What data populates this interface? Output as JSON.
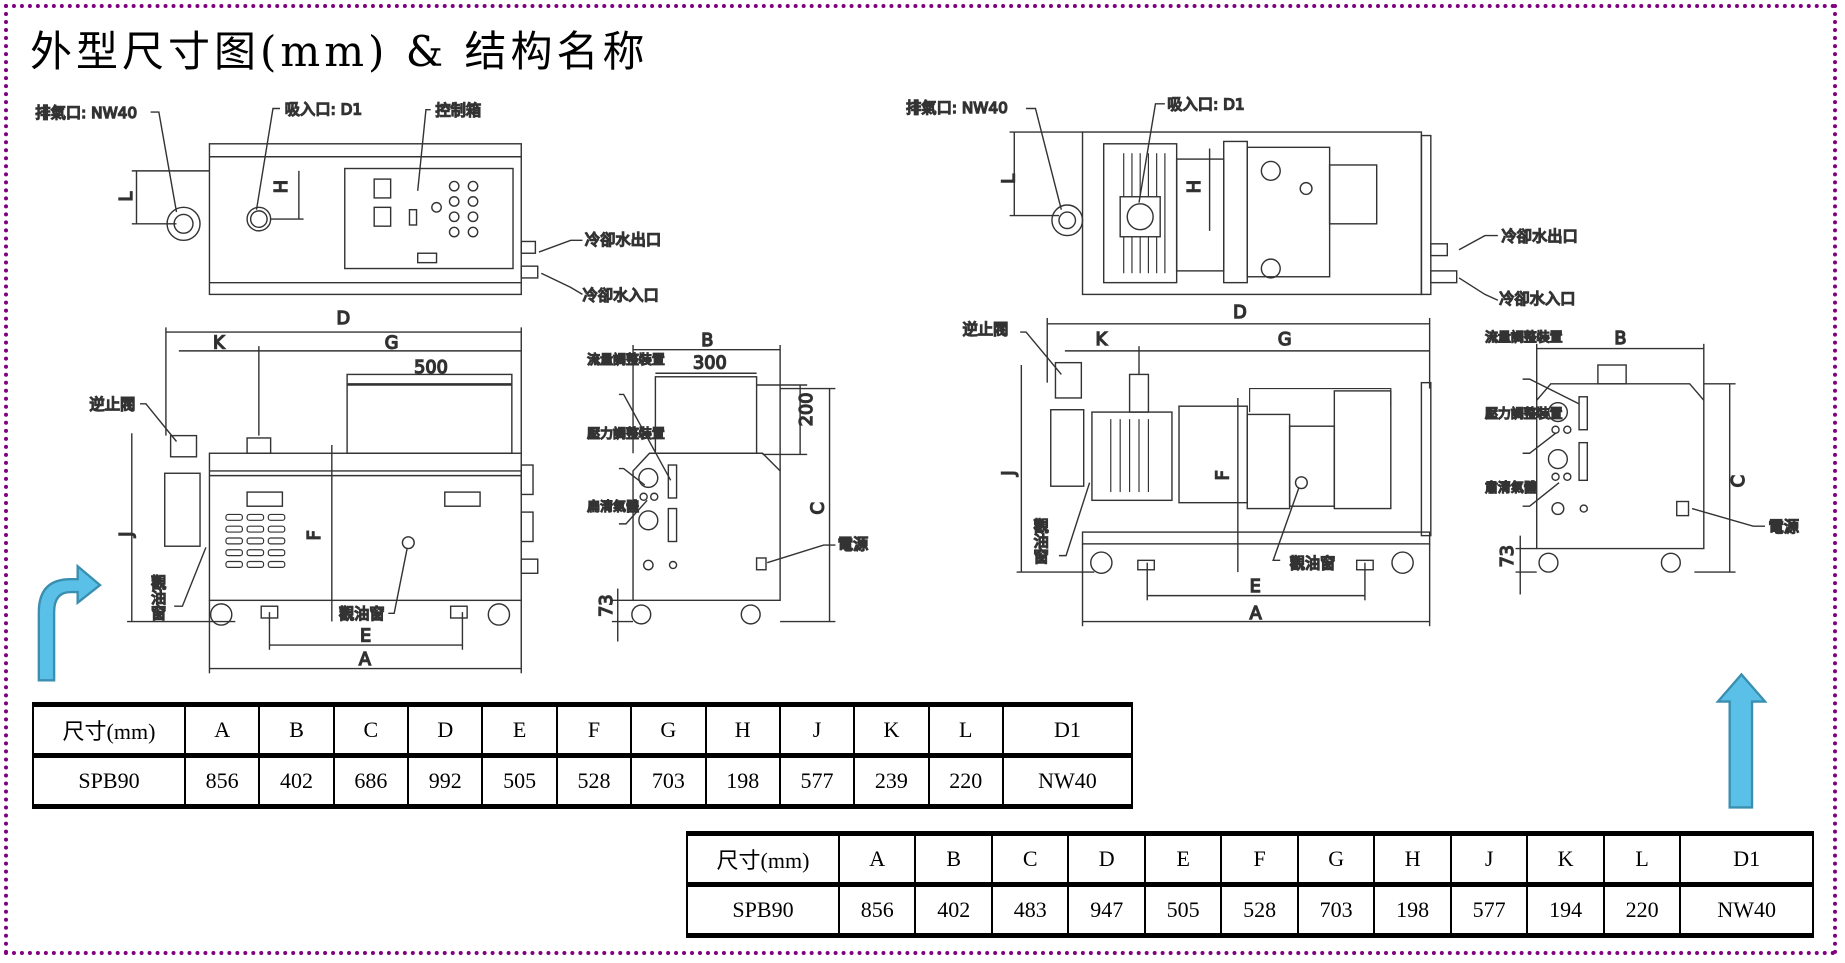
{
  "title": "外型尺寸图(mm) & 结构名称",
  "colors": {
    "border": "#800080",
    "arrow": "#5bc0e8",
    "arrow_outline": "#3a8fb0"
  },
  "left_drawing": {
    "exhaust": "排氣口: NW40",
    "inlet": "吸入口: D1",
    "control_box": "控制箱",
    "cooling_out": "冷卻水出口",
    "cooling_in": "冷卻水入口",
    "check_valve": "逆止閥",
    "oil_window_1": "觀\n油\n窗",
    "oil_window_2": "觀油窗",
    "flow_adjust": "流量調整裝置",
    "pressure_adjust": "壓力調整裝置",
    "purge_gas": "扁清氣體",
    "power": "電源",
    "dims": {
      "D": "D",
      "K": "K",
      "G": "G",
      "d500": "500",
      "B": "B",
      "d300": "300",
      "d200": "200",
      "C": "C",
      "d73": "73",
      "J": "J",
      "F": "F",
      "E": "E",
      "A": "A",
      "L": "L",
      "H": "H"
    }
  },
  "right_drawing": {
    "exhaust": "排氣口: NW40",
    "inlet": "吸入口: D1",
    "cooling_out": "冷卻水出口",
    "cooling_in": "冷卻水入口",
    "check_valve": "逆止閥",
    "oil_window_1": "觀油窗",
    "oil_window_2": "觀油窗",
    "flow_adjust": "流量調整裝置",
    "pressure_adjust": "壓力調整裝置",
    "purge_gas": "肅清氣體",
    "power": "電源",
    "dims": {
      "D": "D",
      "K": "K",
      "G": "G",
      "B": "B",
      "C": "C",
      "d73": "73",
      "J": "J",
      "F": "F",
      "E": "E",
      "A": "A",
      "L": "L",
      "H": "H"
    }
  },
  "table1": {
    "headers": [
      "尺寸(mm)",
      "A",
      "B",
      "C",
      "D",
      "E",
      "F",
      "G",
      "H",
      "J",
      "K",
      "L",
      "D1"
    ],
    "row": [
      "SPB90",
      "856",
      "402",
      "686",
      "992",
      "505",
      "528",
      "703",
      "198",
      "577",
      "239",
      "220",
      "NW40"
    ]
  },
  "table2": {
    "headers": [
      "尺寸(mm)",
      "A",
      "B",
      "C",
      "D",
      "E",
      "F",
      "G",
      "H",
      "J",
      "K",
      "L",
      "D1"
    ],
    "row": [
      "SPB90",
      "856",
      "402",
      "483",
      "947",
      "505",
      "528",
      "703",
      "198",
      "577",
      "194",
      "220",
      "NW40"
    ]
  }
}
